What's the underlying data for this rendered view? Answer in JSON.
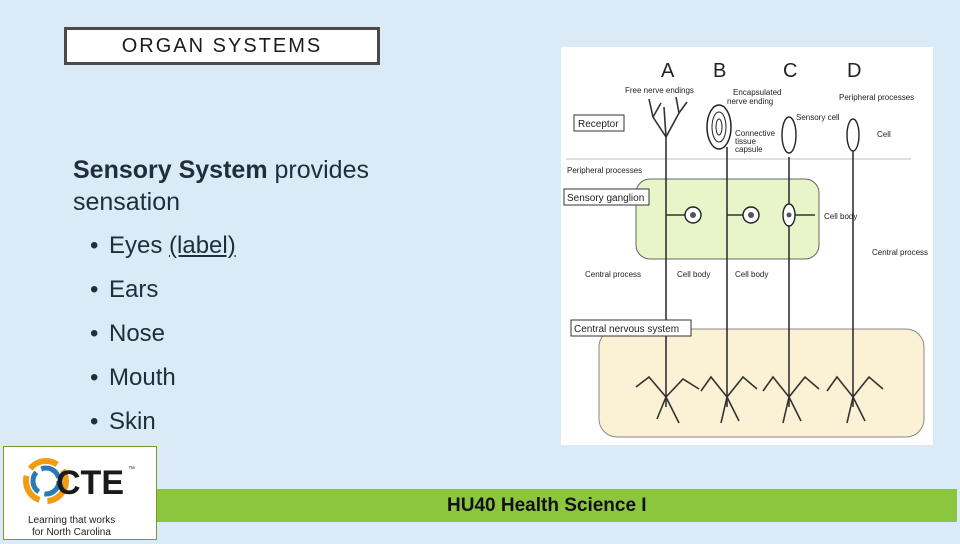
{
  "slide": {
    "title": "ORGAN SYSTEMS",
    "heading_bold": "Sensory System",
    "heading_rest": " provides sensation",
    "bullets": [
      {
        "text": "Eyes ",
        "link": "(label)"
      },
      {
        "text": "Ears",
        "link": ""
      },
      {
        "text": "Nose",
        "link": ""
      },
      {
        "text": "Mouth",
        "link": ""
      },
      {
        "text": "Skin",
        "link": ""
      }
    ],
    "bullet_glyph": "•"
  },
  "diagram": {
    "columns": [
      "A",
      "B",
      "C",
      "D"
    ],
    "labels": {
      "free_nerve_endings": "Free nerve endings",
      "encapsulated_1": "Encapsulated",
      "encapsulated_2": "nerve ending",
      "peripheral_processes_top": "Peripheral processes",
      "sensory_cell": "Sensory cell",
      "receptor": "Receptor",
      "connective_1": "Connective",
      "connective_2": "tissue",
      "connective_3": "capsule",
      "cell": "Cell",
      "peripheral_processes_left": "Peripheral processes",
      "sensory_ganglion": "Sensory ganglion",
      "cell_body_right": "Cell body",
      "central_process_right": "Central process",
      "central_process_left": "Central process",
      "cell_body_1": "Cell body",
      "cell_body_2": "Cell body",
      "cns": "Central nervous system"
    },
    "colors": {
      "ganglion": "#e8f5c8",
      "cns": "#fbf1d4"
    }
  },
  "logo": {
    "brand": "CTE",
    "tm": "™",
    "tagline_1": "Learning that works",
    "tagline_2": "for North Carolina"
  },
  "footer": {
    "text": "HU40 Health Science I",
    "bar_color": "#8cc63f"
  }
}
